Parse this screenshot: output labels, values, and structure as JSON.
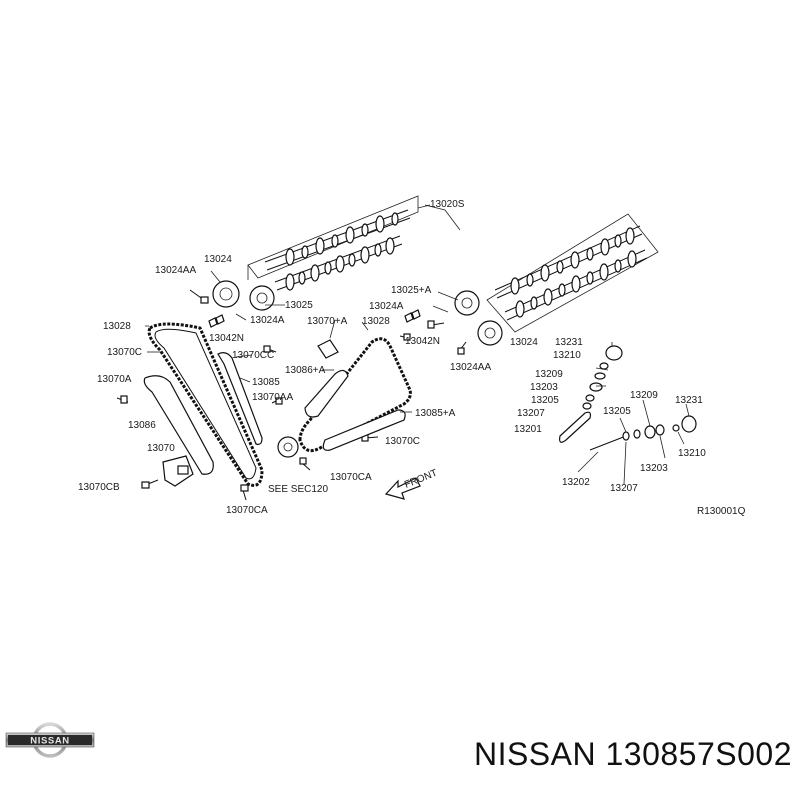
{
  "parts": {
    "p13020S": "13020S",
    "p13024": "13024",
    "p13024AA_left": "13024AA",
    "p13025": "13025",
    "p13024A_left": "13024A",
    "p13042N_left": "13042N",
    "p13028_left": "13028",
    "p13070C_left": "13070C",
    "p13070A": "13070A",
    "p13086": "13086",
    "p13070": "13070",
    "p13070CB": "13070CB",
    "p13070CC": "13070CC",
    "p13085": "13085",
    "p13070AA": "13070AA",
    "p13070_A": "13070+A",
    "p13028_right": "13028",
    "p13086_A": "13086+A",
    "p13025_A": "13025+A",
    "p13024A_right": "13024A",
    "p13042N_right": "13042N",
    "p13024_right": "13024",
    "p13024AA_right": "13024AA",
    "p13085_A": "13085+A",
    "p13070C_right": "13070C",
    "p13070CA_mid": "13070CA",
    "see_sec": "SEE SEC120",
    "p13070CA_bottom": "13070CA",
    "front": "FRONT",
    "p13231_top": "13231",
    "p13210_top": "13210",
    "p13209_left": "13209",
    "p13203_left": "13203",
    "p13205_left": "13205",
    "p13207_left": "13207",
    "p13201": "13201",
    "p13202": "13202",
    "p13207_bottom": "13207",
    "p13205_right": "13205",
    "p13209_right": "13209",
    "p13231_right": "13231",
    "p13210_right": "13210",
    "p13203_right": "13203",
    "ref_code": "R130001Q"
  },
  "logo": {
    "text": "NISSAN"
  },
  "caption": {
    "brand": "NISSAN",
    "part_number": "130857S002"
  }
}
